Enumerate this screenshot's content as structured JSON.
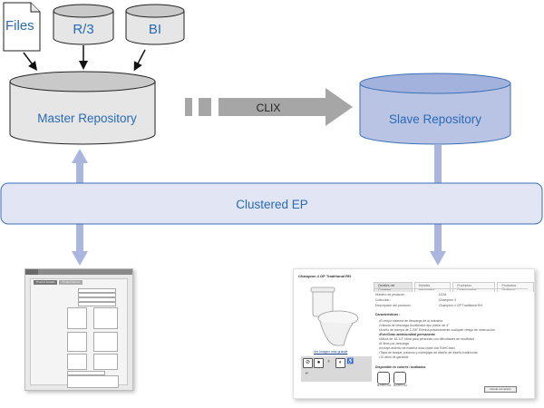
{
  "diagram": {
    "sources": [
      {
        "id": "files",
        "label": "Files",
        "shape": "document"
      },
      {
        "id": "r3",
        "label": "R/3",
        "shape": "database"
      },
      {
        "id": "bi",
        "label": "BI",
        "shape": "database"
      }
    ],
    "master": {
      "label": "Master Repository"
    },
    "slave": {
      "label": "Slave Repository"
    },
    "transfer": {
      "label": "CLIX"
    },
    "portal": {
      "label": "Clustered EP"
    },
    "colors": {
      "label_text": "#2a6ab7",
      "gray_db_fill": "#e6e6e6",
      "gray_db_top": "#c9c9c9",
      "blue_db_fill": "#b9c4e4",
      "blue_db_top": "#a3b2dc",
      "blue_stroke": "#3a6fb5",
      "portal_fill": "#e1e5f4",
      "blue_arrow": "#aab6de",
      "clix_arrow": "#a6a6a6"
    }
  },
  "form_screenshot": {
    "tabs": [
      "Product Details",
      "Product Specs"
    ]
  },
  "product_screenshot": {
    "title": "Champion 4 OP Traditional RH",
    "tabs": [
      "Detalles del Producto",
      "Detalles adicionales",
      "Productos Relacionados",
      "Productos Similares"
    ],
    "fields": [
      {
        "label": "Número de producto :",
        "value": "D234"
      },
      {
        "label": "Colección :",
        "value": "Champion 4"
      },
      {
        "label": "Descripción del producto :",
        "value": "Champion 4 OP Traditional RH"
      }
    ],
    "features_heading": "Características :",
    "features": [
      "El mejor sistema de descarga de la industria",
      "Válvula de descarga Accelerator tipo pistón de 4\"",
      "Ancho de trampa de 2-3/8\" Elimina prácticamente cualquier riesgo de obstrucción",
      "EverClean antimicrobial permanente",
      "Altura de 16-1/2\" ideal para personas con dificultades de movilidad",
      "6 litros por descarga",
      "Incluye asiento de madera slow-close con EverClean",
      "Tapa de tanque, palanca y cubrejajas de diseño de diseño tradicional",
      "10 años de garantía"
    ],
    "image_link": "Ver Imagen mas grande",
    "colors_heading": "Disponible en colores / acabados",
    "swatches": [
      "BLANCO 020",
      "BLANCO 021"
    ],
    "action_button": "Dónde comprarlo"
  }
}
